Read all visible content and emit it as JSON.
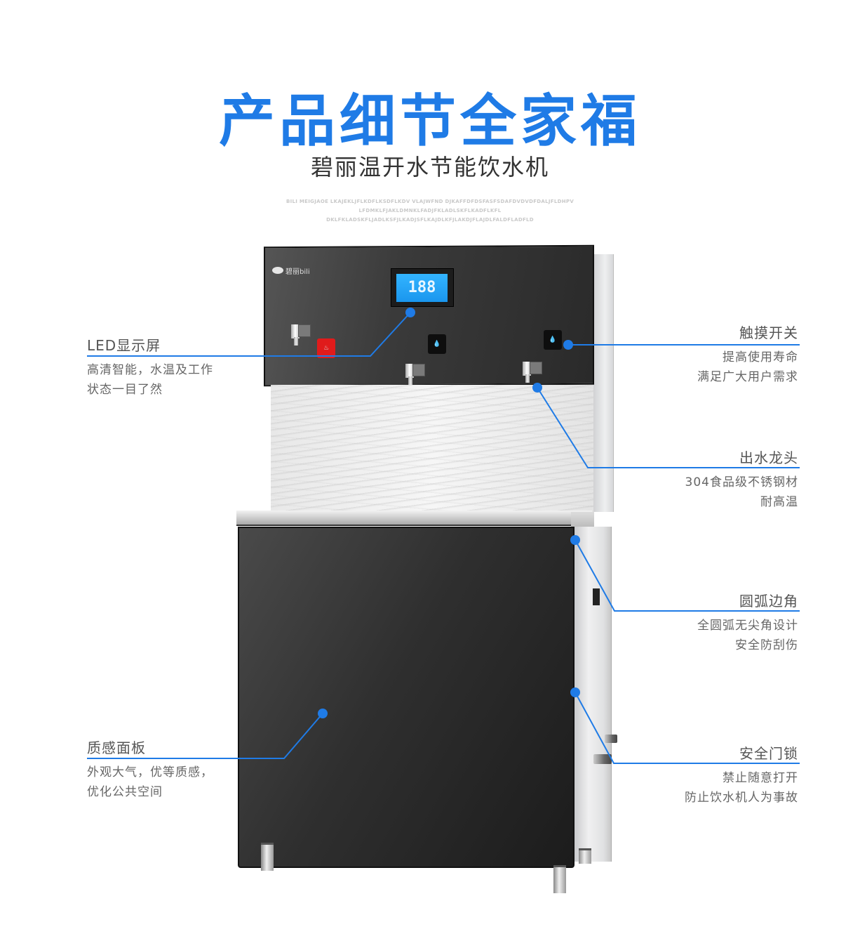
{
  "header": {
    "title": "产品细节全家福",
    "subtitle": "碧丽温开水节能饮水机",
    "tagline_lines": [
      "BILI MEIGJAOE LKAJEKLJFLKDFLKSDFLKDV VLAJWFND  DJKAFFDFDSFASFSDAFDVDVDFDALJFLDHPV",
      "LFDMKLFJAKLDMNKLFADJFKLADLSKFLKADFLKFL",
      "DKLFKLADSKFLJADLKSFJLKADJSFLKAJDLKFJLAKDJFLAJDLFALDFLADFLD"
    ]
  },
  "product": {
    "brand_logo": "碧丽bili",
    "lcd_reading": "188",
    "buttons": [
      {
        "icon": "flame-icon",
        "color": "#e01b1b"
      },
      {
        "icon": "water-drop-icon",
        "color": "#0e0e0e"
      },
      {
        "icon": "water-drop-icon",
        "color": "#0e0e0e"
      }
    ]
  },
  "callouts": {
    "led": {
      "title": "LED显示屏",
      "desc": [
        "高清智能，水温及工作",
        "状态一目了然"
      ]
    },
    "touch": {
      "title": "触摸开关",
      "desc": [
        "提高使用寿命",
        "满足广大用户需求"
      ]
    },
    "faucet": {
      "title": "出水龙头",
      "desc": [
        "304食品级不锈钢材",
        "耐高温"
      ]
    },
    "corner": {
      "title": "圆弧边角",
      "desc": [
        "全圆弧无尖角设计",
        "安全防刮伤"
      ]
    },
    "panel": {
      "title": "质感面板",
      "desc": [
        "外观大气，优等质感，",
        "优化公共空间"
      ]
    },
    "lock": {
      "title": "安全门锁",
      "desc": [
        "禁止随意打开",
        "防止饮水机人为事故"
      ]
    }
  },
  "colors": {
    "accent": "#1f7be6",
    "title_text": "#555555",
    "desc_text": "#666666"
  }
}
